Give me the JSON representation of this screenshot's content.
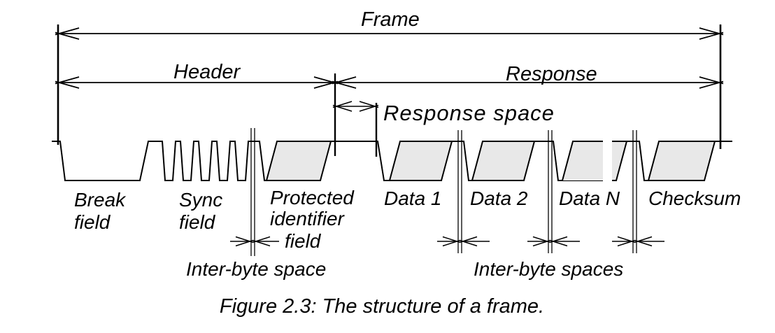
{
  "figure": {
    "dimension_labels": {
      "frame": "Frame",
      "header": "Header",
      "response": "Response",
      "response_space": "Response space"
    },
    "field_labels": {
      "break_field": [
        "Break",
        "field"
      ],
      "sync_field": [
        "Sync",
        "field"
      ],
      "protected_identifier_field": [
        "Protected",
        "identifier",
        "field"
      ],
      "data1": "Data 1",
      "data2": "Data 2",
      "dataN": "Data N",
      "checksum": "Checksum"
    },
    "annotations": {
      "interbyte_space": "Inter-byte space",
      "interbyte_spaces": "Inter-byte spaces"
    },
    "caption": "Figure 2.3: The structure of a frame.",
    "colors": {
      "line": "#000000",
      "byte_field_fill": "#e8e8e8",
      "background": "#ffffff",
      "text": "#000000"
    }
  }
}
